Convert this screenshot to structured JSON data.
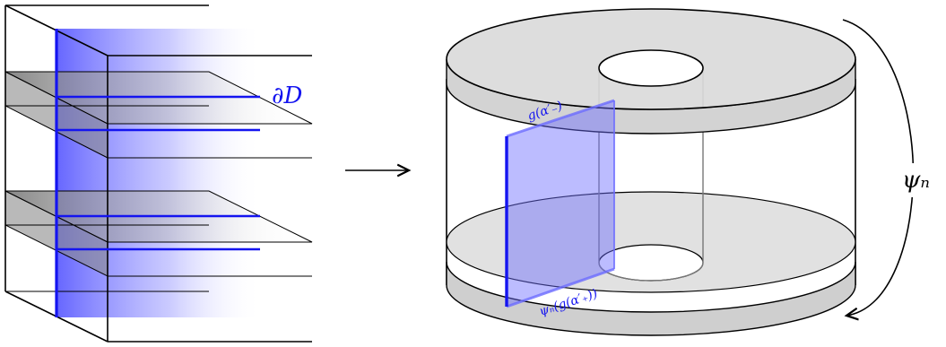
{
  "labels": {
    "boundary": "∂D",
    "g_minus": "g(α′₋)",
    "psi_g_plus": "ψₙ(g(α′₊))",
    "psi_n": "ψₙ"
  },
  "colors": {
    "blue": "#1414f0",
    "blue_fill": "#6b6bff",
    "gray_fill": "#d9d9d9",
    "gray_dark": "#7a7a7a",
    "stroke": "#000000"
  },
  "icons": {
    "map_arrow": "long-right-arrow-icon",
    "rotation_arrow": "curved-arrow-icon"
  }
}
